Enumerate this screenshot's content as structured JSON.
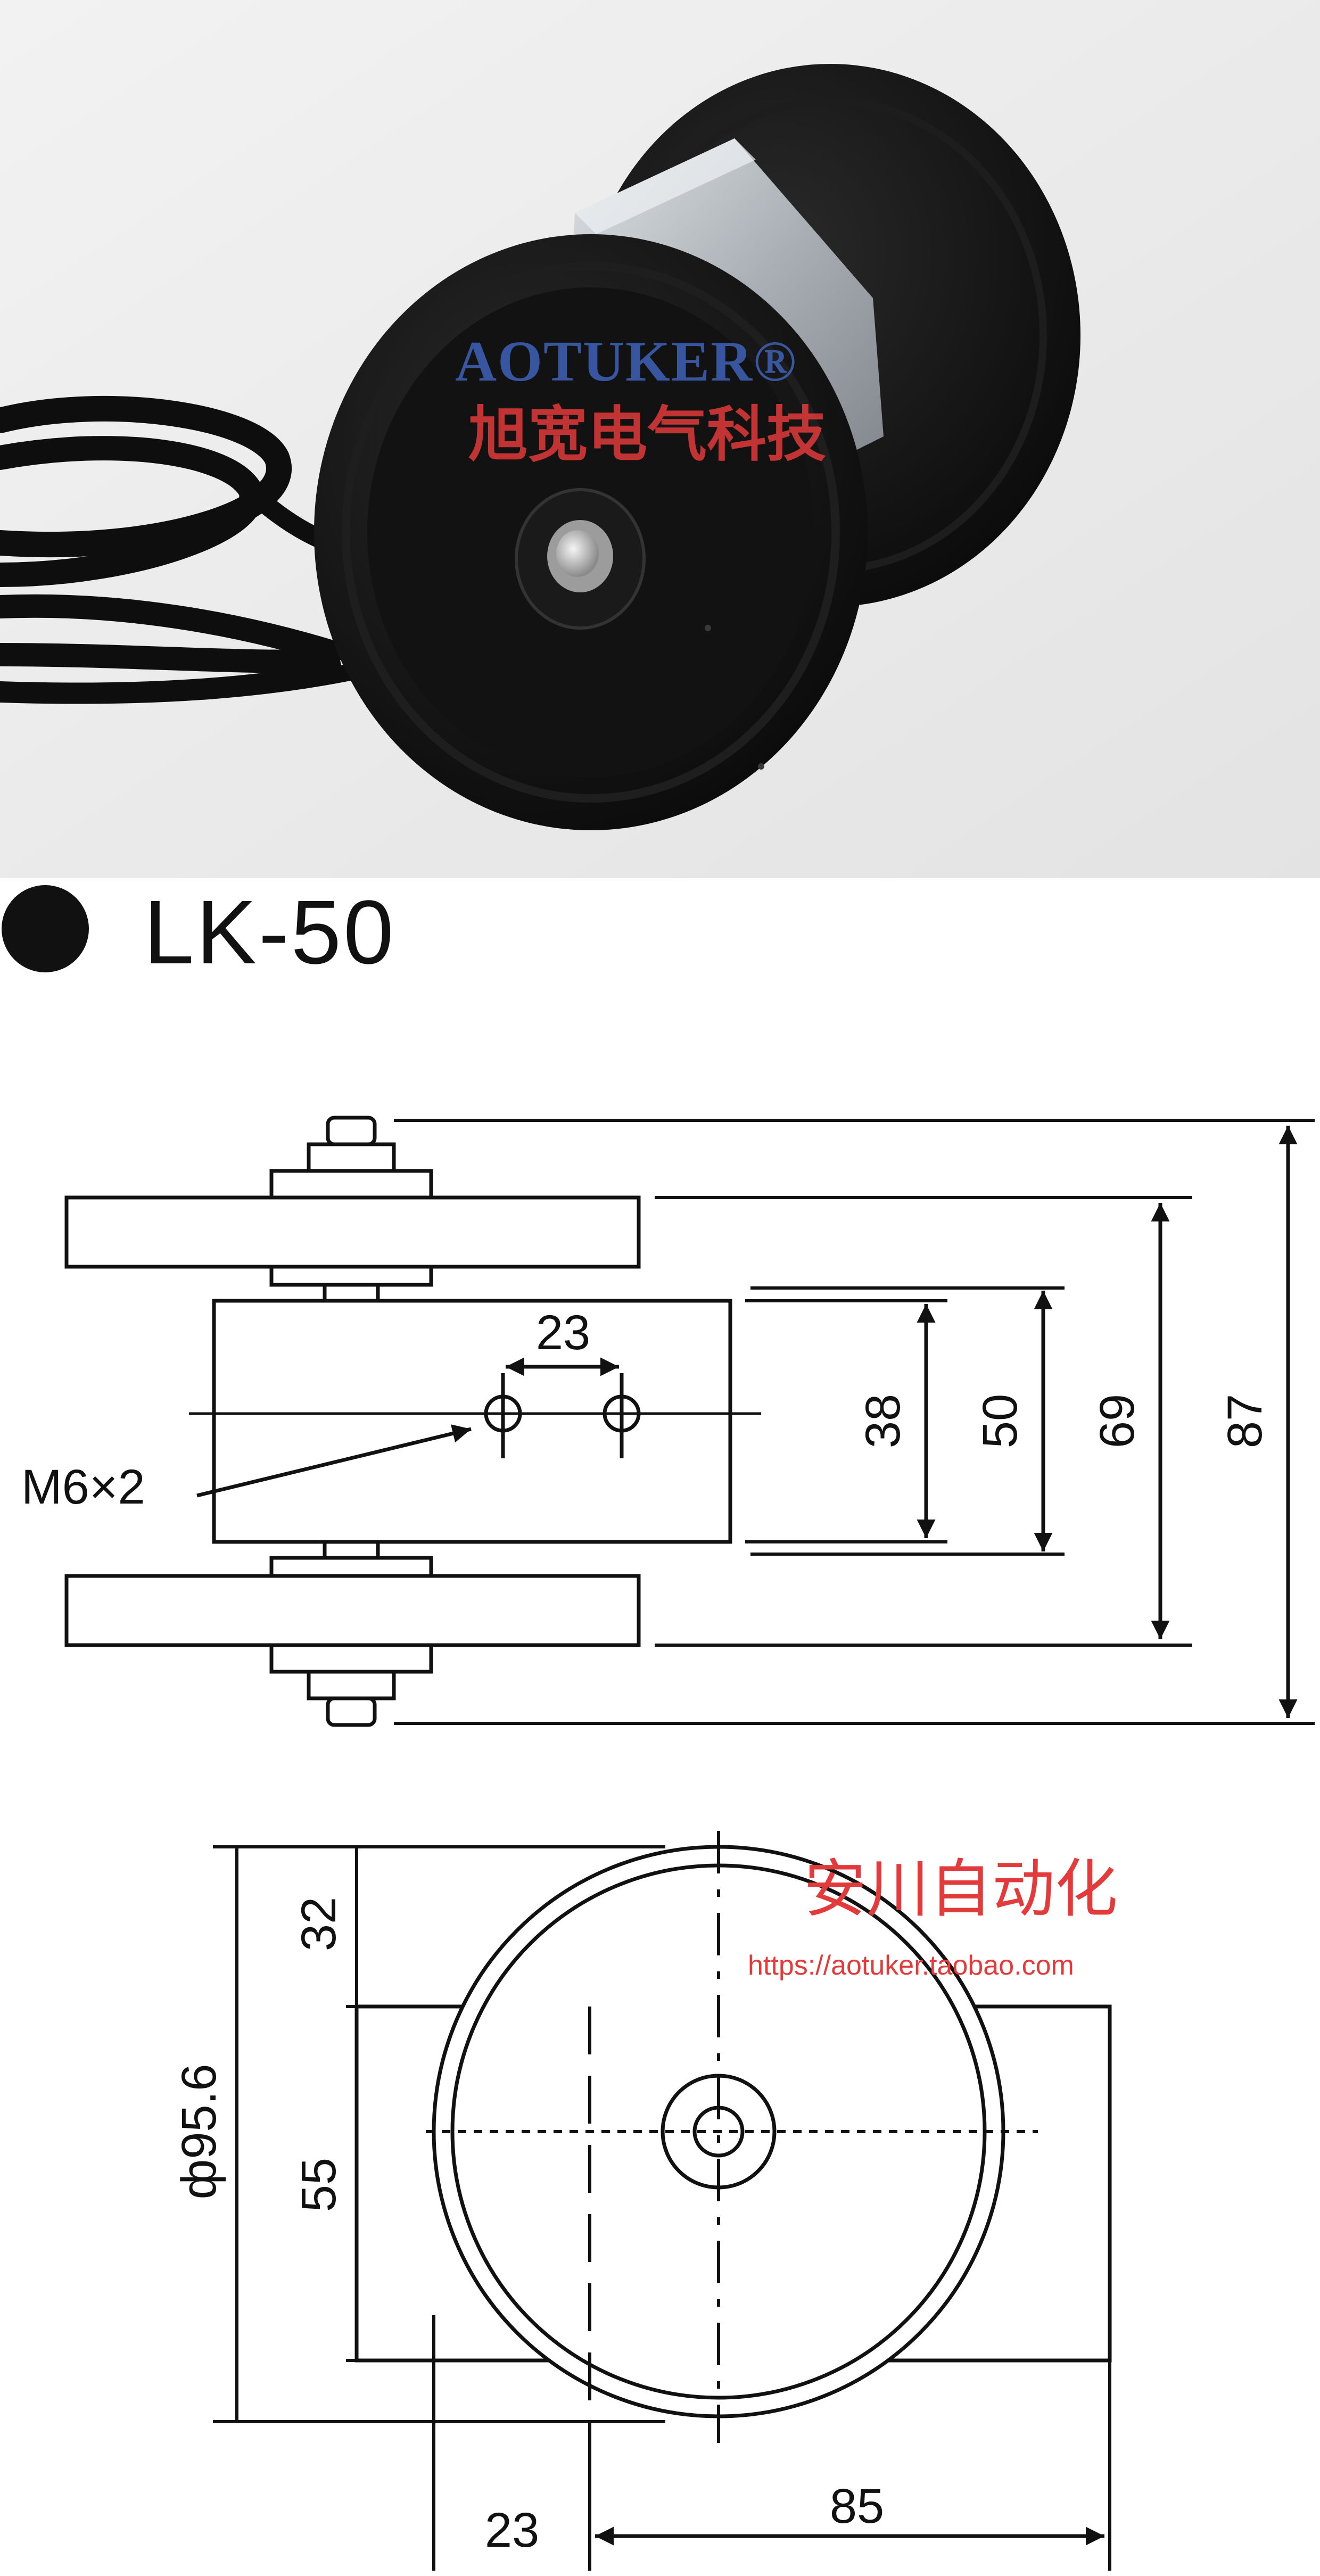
{
  "photo": {
    "watermark_brand": "AOTUKER®",
    "watermark_cn": "旭宽电气科技"
  },
  "title": {
    "model": "LK-50"
  },
  "side_view": {
    "dim_23": "23",
    "dim_38": "38",
    "dim_50": "50",
    "dim_69": "69",
    "dim_87": "87",
    "thread_label": "M6×2"
  },
  "front_view": {
    "dim_32": "32",
    "dim_55": "55",
    "dim_diameter": "ф95.6",
    "dim_23": "23",
    "dim_85": "85"
  },
  "shop": {
    "name_cn": "安川自动化",
    "url": "https://aotuker.taobao.com"
  },
  "colors": {
    "line": "#111111",
    "watermark_blue": "#3f63b8",
    "watermark_red": "#e23a3a",
    "shop_red": "#e33b3b"
  }
}
